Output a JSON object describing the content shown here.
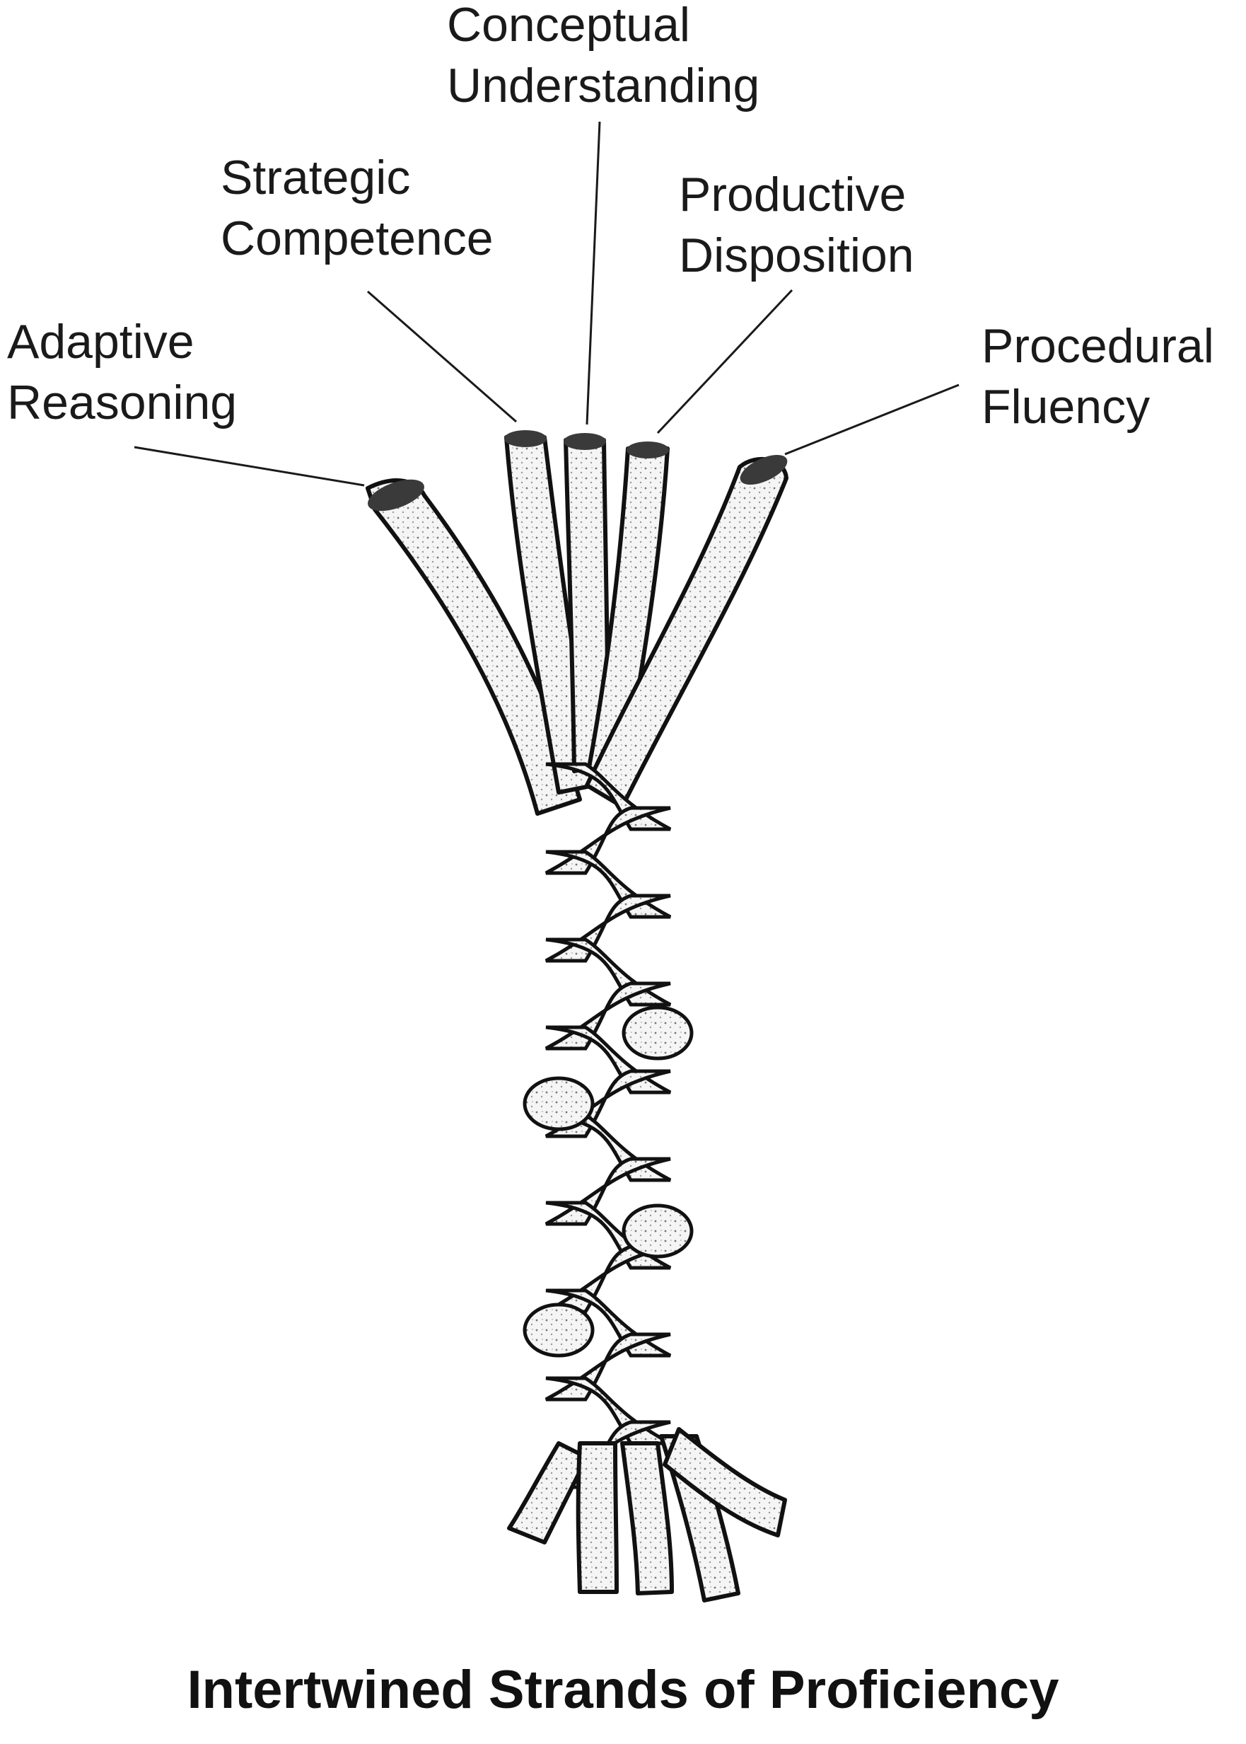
{
  "labels": {
    "conceptual": [
      "Conceptual",
      "Understanding"
    ],
    "strategic": [
      "Strategic",
      "Competence"
    ],
    "productive": [
      "Productive",
      "Disposition"
    ],
    "adaptive": [
      "Adaptive",
      "Reasoning"
    ],
    "procedural": [
      "Procedural",
      "Fluency"
    ]
  },
  "caption": "Intertwined Strands of Proficiency",
  "colors": {
    "ink": "#1a1a1a",
    "rope_fill": "#f4f4f4",
    "rope_shadow": "#cfcfcf"
  }
}
